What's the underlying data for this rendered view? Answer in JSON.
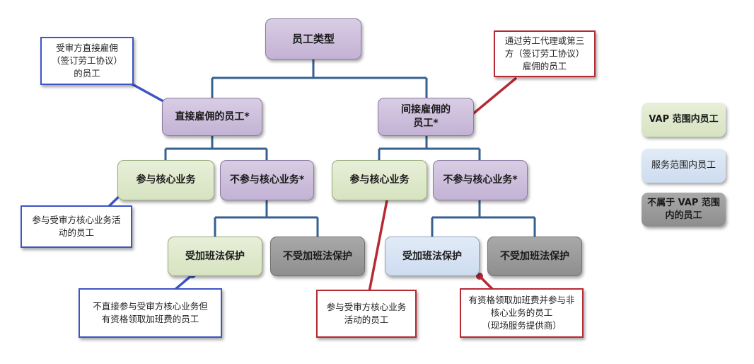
{
  "colors": {
    "connector": "#35608f",
    "blue_callout": "#3d55c6",
    "red_callout": "#b52a33",
    "purple_fill": "#cfc0dd",
    "green_fill": "#dce7c8",
    "blue_fill": "#d5e2f3",
    "gray_fill": "#999999"
  },
  "nodes": {
    "root": "员工类型",
    "direct": "直接雇佣的员工*",
    "indirect": "间接雇佣的\n员工*",
    "direct_core": "参与核心业务",
    "direct_noncore": "不参与核心业务*",
    "indirect_core": "参与核心业务",
    "indirect_noncore": "不参与核心业务*",
    "direct_ot": "受加班法保护",
    "direct_no_ot": "不受加班法保护",
    "indirect_ot": "受加班法保护",
    "indirect_no_ot": "不受加班法保护"
  },
  "callouts": {
    "direct_hire": "受审方直接雇佣\n（签订劳工协议）\n的员工",
    "indirect_hire": "通过劳工代理或第三\n方（签订劳工协议）\n雇佣的员工",
    "direct_core_desc": "参与受审方核心业务活\n动的员工",
    "direct_ot_desc": "不直接参与受审方核心业务但\n有资格领取加班费的员工",
    "indirect_core_desc": "参与受审方核心业务\n活动的员工",
    "indirect_ot_desc": "有资格领取加班费并参与非\n核心业务的员工\n（现场服务提供商）"
  },
  "legend": {
    "vap": "VAP 范围内员工",
    "service": "服务范围内员工",
    "not_vap": "不属于 VAP 范围\n内的员工"
  }
}
